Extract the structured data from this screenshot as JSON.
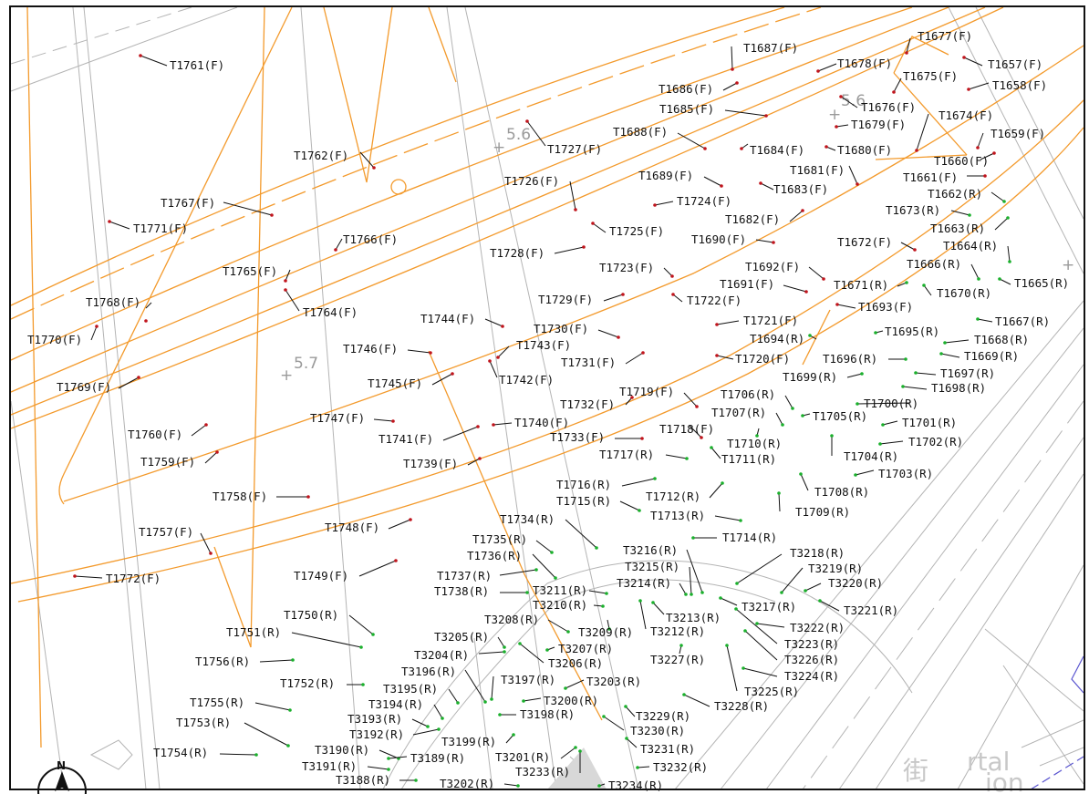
{
  "colors": {
    "road_lines": "#f39a2c",
    "background_lines": "#b4b4b4",
    "fixed_marker": "#c0141c",
    "recent_marker": "#1ab02c",
    "boundary": "#5a55d0",
    "text": "#111111"
  },
  "spot_heights": [
    "5.6",
    "5.6",
    "5.7"
  ],
  "background_text": [
    "街",
    "rtal",
    "ion"
  ],
  "north_arrow": {
    "label": "N",
    "icon": "north-arrow-icon"
  },
  "points": [
    {
      "label": "T1761(F)",
      "status": "F"
    },
    {
      "label": "T1762(F)",
      "status": "F"
    },
    {
      "label": "T1767(F)",
      "status": "F"
    },
    {
      "label": "T1771(F)",
      "status": "F"
    },
    {
      "label": "T1766(F)",
      "status": "F"
    },
    {
      "label": "T1765(F)",
      "status": "F"
    },
    {
      "label": "T1764(F)",
      "status": "F"
    },
    {
      "label": "T1768(F)",
      "status": "F"
    },
    {
      "label": "T1770(F)",
      "status": "F"
    },
    {
      "label": "T1769(F)",
      "status": "F"
    },
    {
      "label": "T1746(F)",
      "status": "F"
    },
    {
      "label": "T1745(F)",
      "status": "F"
    },
    {
      "label": "T1744(F)",
      "status": "F"
    },
    {
      "label": "T1760(F)",
      "status": "F"
    },
    {
      "label": "T1759(F)",
      "status": "F"
    },
    {
      "label": "T1747(F)",
      "status": "F"
    },
    {
      "label": "T1741(F)",
      "status": "F"
    },
    {
      "label": "T1739(F)",
      "status": "F"
    },
    {
      "label": "T1758(F)",
      "status": "F"
    },
    {
      "label": "T1757(F)",
      "status": "F"
    },
    {
      "label": "T1748(F)",
      "status": "F"
    },
    {
      "label": "T1749(F)",
      "status": "F"
    },
    {
      "label": "T1772(F)",
      "status": "F"
    },
    {
      "label": "T1687(F)",
      "status": "F"
    },
    {
      "label": "T1686(F)",
      "status": "F"
    },
    {
      "label": "T1685(F)",
      "status": "F"
    },
    {
      "label": "T1727(F)",
      "status": "F"
    },
    {
      "label": "T1688(F)",
      "status": "F"
    },
    {
      "label": "T1726(F)",
      "status": "F"
    },
    {
      "label": "T1689(F)",
      "status": "F"
    },
    {
      "label": "T1724(F)",
      "status": "F"
    },
    {
      "label": "T1725(F)",
      "status": "F"
    },
    {
      "label": "T1728(F)",
      "status": "F"
    },
    {
      "label": "T1723(F)",
      "status": "F"
    },
    {
      "label": "T1729(F)",
      "status": "F"
    },
    {
      "label": "T1730(F)",
      "status": "F"
    },
    {
      "label": "T1743(F)",
      "status": "F"
    },
    {
      "label": "T1742(F)",
      "status": "F"
    },
    {
      "label": "T1731(F)",
      "status": "F"
    },
    {
      "label": "T1732(F)",
      "status": "F"
    },
    {
      "label": "T1740(F)",
      "status": "F"
    },
    {
      "label": "T1733(F)",
      "status": "F"
    },
    {
      "label": "T1677(F)",
      "status": "F"
    },
    {
      "label": "T1678(F)",
      "status": "F"
    },
    {
      "label": "T1657(F)",
      "status": "F"
    },
    {
      "label": "T1675(F)",
      "status": "F"
    },
    {
      "label": "T1658(F)",
      "status": "F"
    },
    {
      "label": "T1676(F)",
      "status": "F"
    },
    {
      "label": "T1679(F)",
      "status": "F"
    },
    {
      "label": "T1674(F)",
      "status": "F"
    },
    {
      "label": "T1659(F)",
      "status": "F"
    },
    {
      "label": "T1684(F)",
      "status": "F"
    },
    {
      "label": "T1680(F)",
      "status": "F"
    },
    {
      "label": "T1660(F)",
      "status": "F"
    },
    {
      "label": "T1681(F)",
      "status": "F"
    },
    {
      "label": "T1661(F)",
      "status": "F"
    },
    {
      "label": "T1683(F)",
      "status": "F"
    },
    {
      "label": "T1662(R)",
      "status": "R"
    },
    {
      "label": "T1673(R)",
      "status": "R"
    },
    {
      "label": "T1682(F)",
      "status": "F"
    },
    {
      "label": "T1663(R)",
      "status": "R"
    },
    {
      "label": "T1690(F)",
      "status": "F"
    },
    {
      "label": "T1672(F)",
      "status": "F"
    },
    {
      "label": "T1664(R)",
      "status": "R"
    },
    {
      "label": "T1692(F)",
      "status": "F"
    },
    {
      "label": "T1666(R)",
      "status": "R"
    },
    {
      "label": "T1722(F)",
      "status": "F"
    },
    {
      "label": "T1691(F)",
      "status": "F"
    },
    {
      "label": "T1671(R)",
      "status": "R"
    },
    {
      "label": "T1670(R)",
      "status": "R"
    },
    {
      "label": "T1665(R)",
      "status": "R"
    },
    {
      "label": "T1693(F)",
      "status": "F"
    },
    {
      "label": "T1721(F)",
      "status": "F"
    },
    {
      "label": "T1667(R)",
      "status": "R"
    },
    {
      "label": "T1694(R)",
      "status": "R"
    },
    {
      "label": "T1695(R)",
      "status": "R"
    },
    {
      "label": "T1668(R)",
      "status": "R"
    },
    {
      "label": "T1720(F)",
      "status": "F"
    },
    {
      "label": "T1696(R)",
      "status": "R"
    },
    {
      "label": "T1669(R)",
      "status": "R"
    },
    {
      "label": "T1699(R)",
      "status": "R"
    },
    {
      "label": "T1697(R)",
      "status": "R"
    },
    {
      "label": "T1698(R)",
      "status": "R"
    },
    {
      "label": "T1719(F)",
      "status": "F"
    },
    {
      "label": "T1706(R)",
      "status": "R"
    },
    {
      "label": "T1700(R)",
      "status": "R"
    },
    {
      "label": "T1707(R)",
      "status": "R"
    },
    {
      "label": "T1705(R)",
      "status": "R"
    },
    {
      "label": "T1701(R)",
      "status": "R"
    },
    {
      "label": "T1718(F)",
      "status": "F"
    },
    {
      "label": "T1710(R)",
      "status": "R"
    },
    {
      "label": "T1702(R)",
      "status": "R"
    },
    {
      "label": "T1717(R)",
      "status": "R"
    },
    {
      "label": "T1711(R)",
      "status": "R"
    },
    {
      "label": "T1704(R)",
      "status": "R"
    },
    {
      "label": "T1703(R)",
      "status": "R"
    },
    {
      "label": "T1716(R)",
      "status": "R"
    },
    {
      "label": "T1708(R)",
      "status": "R"
    },
    {
      "label": "T1712(R)",
      "status": "R"
    },
    {
      "label": "T1715(R)",
      "status": "R"
    },
    {
      "label": "T1709(R)",
      "status": "R"
    },
    {
      "label": "T1713(R)",
      "status": "R"
    },
    {
      "label": "T1734(R)",
      "status": "R"
    },
    {
      "label": "T1714(R)",
      "status": "R"
    },
    {
      "label": "T1735(R)",
      "status": "R"
    },
    {
      "label": "T1736(R)",
      "status": "R"
    },
    {
      "label": "T3216(R)",
      "status": "R"
    },
    {
      "label": "T3218(R)",
      "status": "R"
    },
    {
      "label": "T3215(R)",
      "status": "R"
    },
    {
      "label": "T3219(R)",
      "status": "R"
    },
    {
      "label": "T1737(R)",
      "status": "R"
    },
    {
      "label": "T3214(R)",
      "status": "R"
    },
    {
      "label": "T3220(R)",
      "status": "R"
    },
    {
      "label": "T3211(R)",
      "status": "R"
    },
    {
      "label": "T1738(R)",
      "status": "R"
    },
    {
      "label": "T3210(R)",
      "status": "R"
    },
    {
      "label": "T3213(R)",
      "status": "R"
    },
    {
      "label": "T3217(R)",
      "status": "R"
    },
    {
      "label": "T3221(R)",
      "status": "R"
    },
    {
      "label": "T3208(R)",
      "status": "R"
    },
    {
      "label": "T1750(R)",
      "status": "R"
    },
    {
      "label": "T3209(R)",
      "status": "R"
    },
    {
      "label": "T3212(R)",
      "status": "R"
    },
    {
      "label": "T3222(R)",
      "status": "R"
    },
    {
      "label": "T1751(R)",
      "status": "R"
    },
    {
      "label": "T3205(R)",
      "status": "R"
    },
    {
      "label": "T3207(R)",
      "status": "R"
    },
    {
      "label": "T3223(R)",
      "status": "R"
    },
    {
      "label": "T3204(R)",
      "status": "R"
    },
    {
      "label": "T3206(R)",
      "status": "R"
    },
    {
      "label": "T3227(R)",
      "status": "R"
    },
    {
      "label": "T3226(R)",
      "status": "R"
    },
    {
      "label": "T1756(R)",
      "status": "R"
    },
    {
      "label": "T3196(R)",
      "status": "R"
    },
    {
      "label": "T3224(R)",
      "status": "R"
    },
    {
      "label": "T3197(R)",
      "status": "R"
    },
    {
      "label": "T3203(R)",
      "status": "R"
    },
    {
      "label": "T1752(R)",
      "status": "R"
    },
    {
      "label": "T3195(R)",
      "status": "R"
    },
    {
      "label": "T3225(R)",
      "status": "R"
    },
    {
      "label": "T3200(R)",
      "status": "R"
    },
    {
      "label": "T1755(R)",
      "status": "R"
    },
    {
      "label": "T3194(R)",
      "status": "R"
    },
    {
      "label": "T3228(R)",
      "status": "R"
    },
    {
      "label": "T3198(R)",
      "status": "R"
    },
    {
      "label": "T3229(R)",
      "status": "R"
    },
    {
      "label": "T3193(R)",
      "status": "R"
    },
    {
      "label": "T1753(R)",
      "status": "R"
    },
    {
      "label": "T3230(R)",
      "status": "R"
    },
    {
      "label": "T3192(R)",
      "status": "R"
    },
    {
      "label": "T3199(R)",
      "status": "R"
    },
    {
      "label": "T3190(R)",
      "status": "R"
    },
    {
      "label": "T3231(R)",
      "status": "R"
    },
    {
      "label": "T1754(R)",
      "status": "R"
    },
    {
      "label": "T3189(R)",
      "status": "R"
    },
    {
      "label": "T3201(R)",
      "status": "R"
    },
    {
      "label": "T3191(R)",
      "status": "R"
    },
    {
      "label": "T3232(R)",
      "status": "R"
    },
    {
      "label": "T3233(R)",
      "status": "R"
    },
    {
      "label": "T3188(R)",
      "status": "R"
    },
    {
      "label": "T3202(R)",
      "status": "R"
    },
    {
      "label": "T3234(R)",
      "status": "R"
    }
  ]
}
